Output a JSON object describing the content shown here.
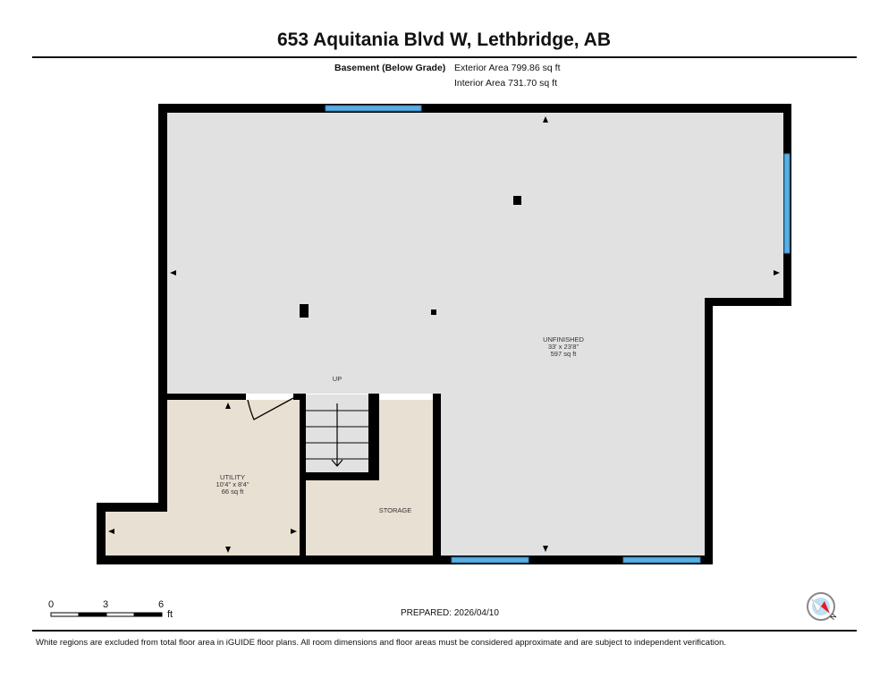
{
  "header": {
    "title": "653 Aquitania Blvd W, Lethbridge, AB",
    "level": "Basement (Below Grade)",
    "exterior_area": "Exterior Area 799.86 sq ft",
    "interior_area": "Interior Area 731.70 sq ft"
  },
  "rooms": [
    {
      "name": "UNFINISHED",
      "dims": "33' x 23'8\"",
      "area": "597 sq ft"
    },
    {
      "name": "UTILITY",
      "dims": "10'4\" x 8'4\"",
      "area": "66 sq ft"
    },
    {
      "name": "STORAGE"
    }
  ],
  "stairs_label": "UP",
  "scale": {
    "ticks": [
      "0",
      "3",
      "6"
    ],
    "unit": "ft"
  },
  "prepared": "PREPARED: 2026/04/10",
  "disclaimer": "White regions are excluded from total floor area in iGUIDE floor plans. All room dimensions and floor areas must be considered approximate and are subject to independent verification.",
  "colors": {
    "wall": "#000000",
    "window": "#5aaee0",
    "unfinished": "#e1e1e1",
    "finished": "#e8e0d2"
  }
}
